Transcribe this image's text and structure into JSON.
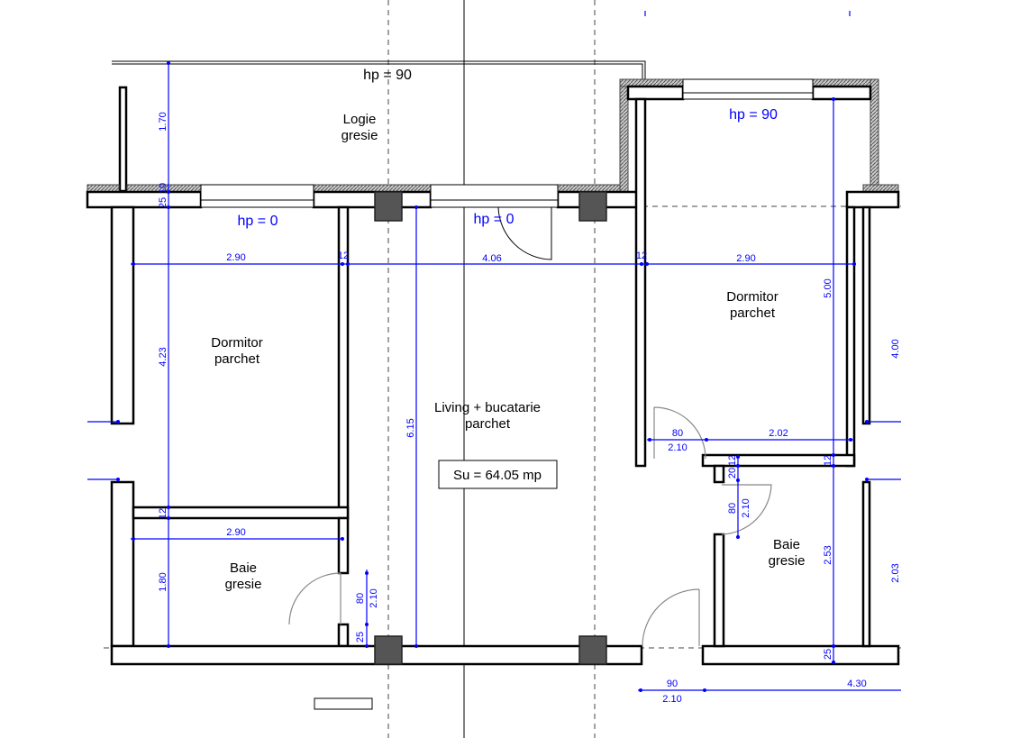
{
  "colors": {
    "dimension": "#0000ff",
    "wall": "#000000",
    "column": "#555555"
  },
  "rooms": {
    "loggia": {
      "name": "Logie",
      "floor": "gresie"
    },
    "bedroom_left": {
      "name": "Dormitor",
      "floor": "parchet"
    },
    "bedroom_right": {
      "name": "Dormitor",
      "floor": "parchet"
    },
    "living": {
      "name": "Living + bucatarie",
      "floor": "parchet"
    },
    "bath_left": {
      "name": "Baie",
      "floor": "gresie"
    },
    "bath_right": {
      "name": "Baie",
      "floor": "gresie"
    }
  },
  "area_label": "Su = 64.05 mp",
  "parapet_heights": {
    "loggia": "hp = 90",
    "bedroom_right": "hp = 90",
    "bedroom_left": "hp = 0",
    "living": "hp = 0"
  },
  "dimensions": {
    "h_top": [
      "2.90",
      "12",
      "4.06",
      "12",
      "2.90"
    ],
    "v_left": [
      "1.70",
      "25",
      "10",
      "4.23",
      "12",
      "1.80"
    ],
    "bath_left_width": "2.90",
    "living_depth": "6.15",
    "door_bath_left": [
      "80",
      "2.10",
      "25"
    ],
    "v_right": [
      "5.00",
      "12",
      "2.53",
      "25"
    ],
    "door_bedroom_right": [
      "80",
      "2.10",
      "2.02"
    ],
    "door_bath_right": [
      "20",
      "12",
      "80",
      "2.10"
    ],
    "far_right": [
      "4.00",
      "2.03"
    ],
    "bottom": [
      "90",
      "2.10",
      "4.30"
    ]
  }
}
